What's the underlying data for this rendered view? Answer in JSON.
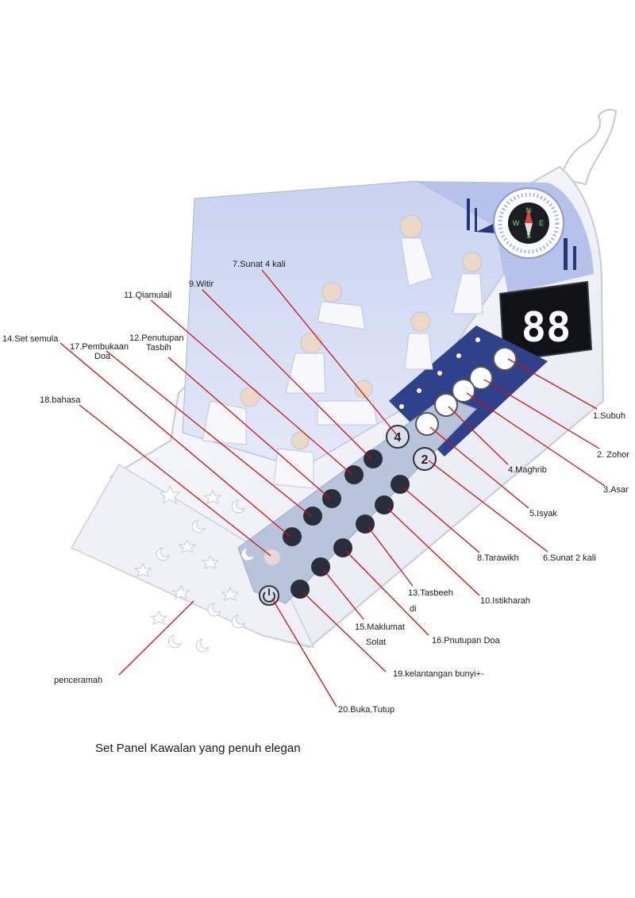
{
  "caption": "Set Panel Kawalan yang penuh elegan",
  "display": {
    "digits": "88"
  },
  "callouts": {
    "subuh": "1.Subuh",
    "zohor": "2. Zohor",
    "asar": "3.Asar",
    "maghrib": "4.Maghrib",
    "isyak": "5.Isyak",
    "sunat2": "6.Sunat 2 kali",
    "sunat4": "7.Sunat 4 kali",
    "tarawikh": "8.Tarawikh",
    "witir": "9.Witir",
    "istikharah": "10.Istikharah",
    "qiamulail": "11.Qiamulail",
    "penutupan_tasbih_1": "12.Penutupan",
    "penutupan_tasbih_2": "Tasbih",
    "tasbeeh_1": "13.Tasbeeh",
    "tasbeeh_2": "di",
    "set_semula": "14.Set semula",
    "maklumat_1": "15.Maklumat",
    "maklumat_2": "Solat",
    "pnutupan_doa": "16.Pnutupan Doa",
    "pembukaan_1": "17.Pembukaan",
    "pembukaan_2": "Doa",
    "bahasa": "18.bahasa",
    "kelantangan": "19.kelantangan bunyi+-",
    "buka_tutup": "20.Buka,Tutup",
    "penceramah": "penceramah"
  },
  "button_glyphs": {
    "sunat4": "4",
    "sunat2": "2"
  },
  "colors": {
    "leader": "#cc1111",
    "panel": "#d4dcf3",
    "device": "#f4f5fa",
    "night": "#26367a"
  }
}
